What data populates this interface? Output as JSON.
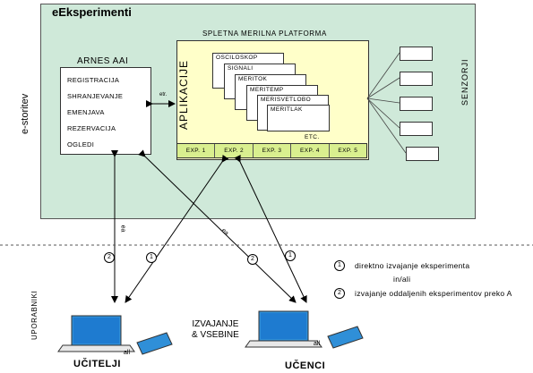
{
  "title": "eEksperimenti",
  "side_label": "e-storitev",
  "arnes": {
    "title": "ARNES AAI",
    "items": [
      "REGISTRACIJA",
      "SHRANJEVANJE",
      "EMENJAVA",
      "REZERVACIJA",
      "OGLEDI"
    ]
  },
  "etr_label": "etr.",
  "platform": {
    "title": "SPLETNA MERILNA PLATFORMA",
    "apps_label": "APLIKACIJE",
    "cards": [
      "OSCILOSKOP",
      "SIGNALI",
      "MERITOK",
      "MERITEMP",
      "MERISVETLOBO",
      "MERITLAK"
    ],
    "etc": "ETC.",
    "experiments": [
      "EXP. 1",
      "EXP. 2",
      "EXP. 3",
      "EXP. 4",
      "EXP. 5"
    ]
  },
  "sensors_label": "SENZORJI",
  "users_label": "UPORABNIKI",
  "teachers": "UČITELJI",
  "students": "UČENCI",
  "content_label": "IZVAJANJE\n& VSEBINE",
  "content_line1": "IZVAJANJE",
  "content_line2": "& VSEBINE",
  "all_label": "all",
  "arrow_labels": {
    "a1": "ea",
    "a2": "ea"
  },
  "markers": {
    "one": "1",
    "two": "2"
  },
  "legend": {
    "item1": "direktno izvajanje eksperimenta",
    "or": "in/ali",
    "item2": "izvajanje oddaljenih eksperimentov preko A"
  },
  "colors": {
    "outer_bg": "#cfe9d9",
    "platform_bg": "#ffffc9",
    "exp_bg": "#d9ef8f",
    "laptop_screen": "#2f8fd8"
  }
}
